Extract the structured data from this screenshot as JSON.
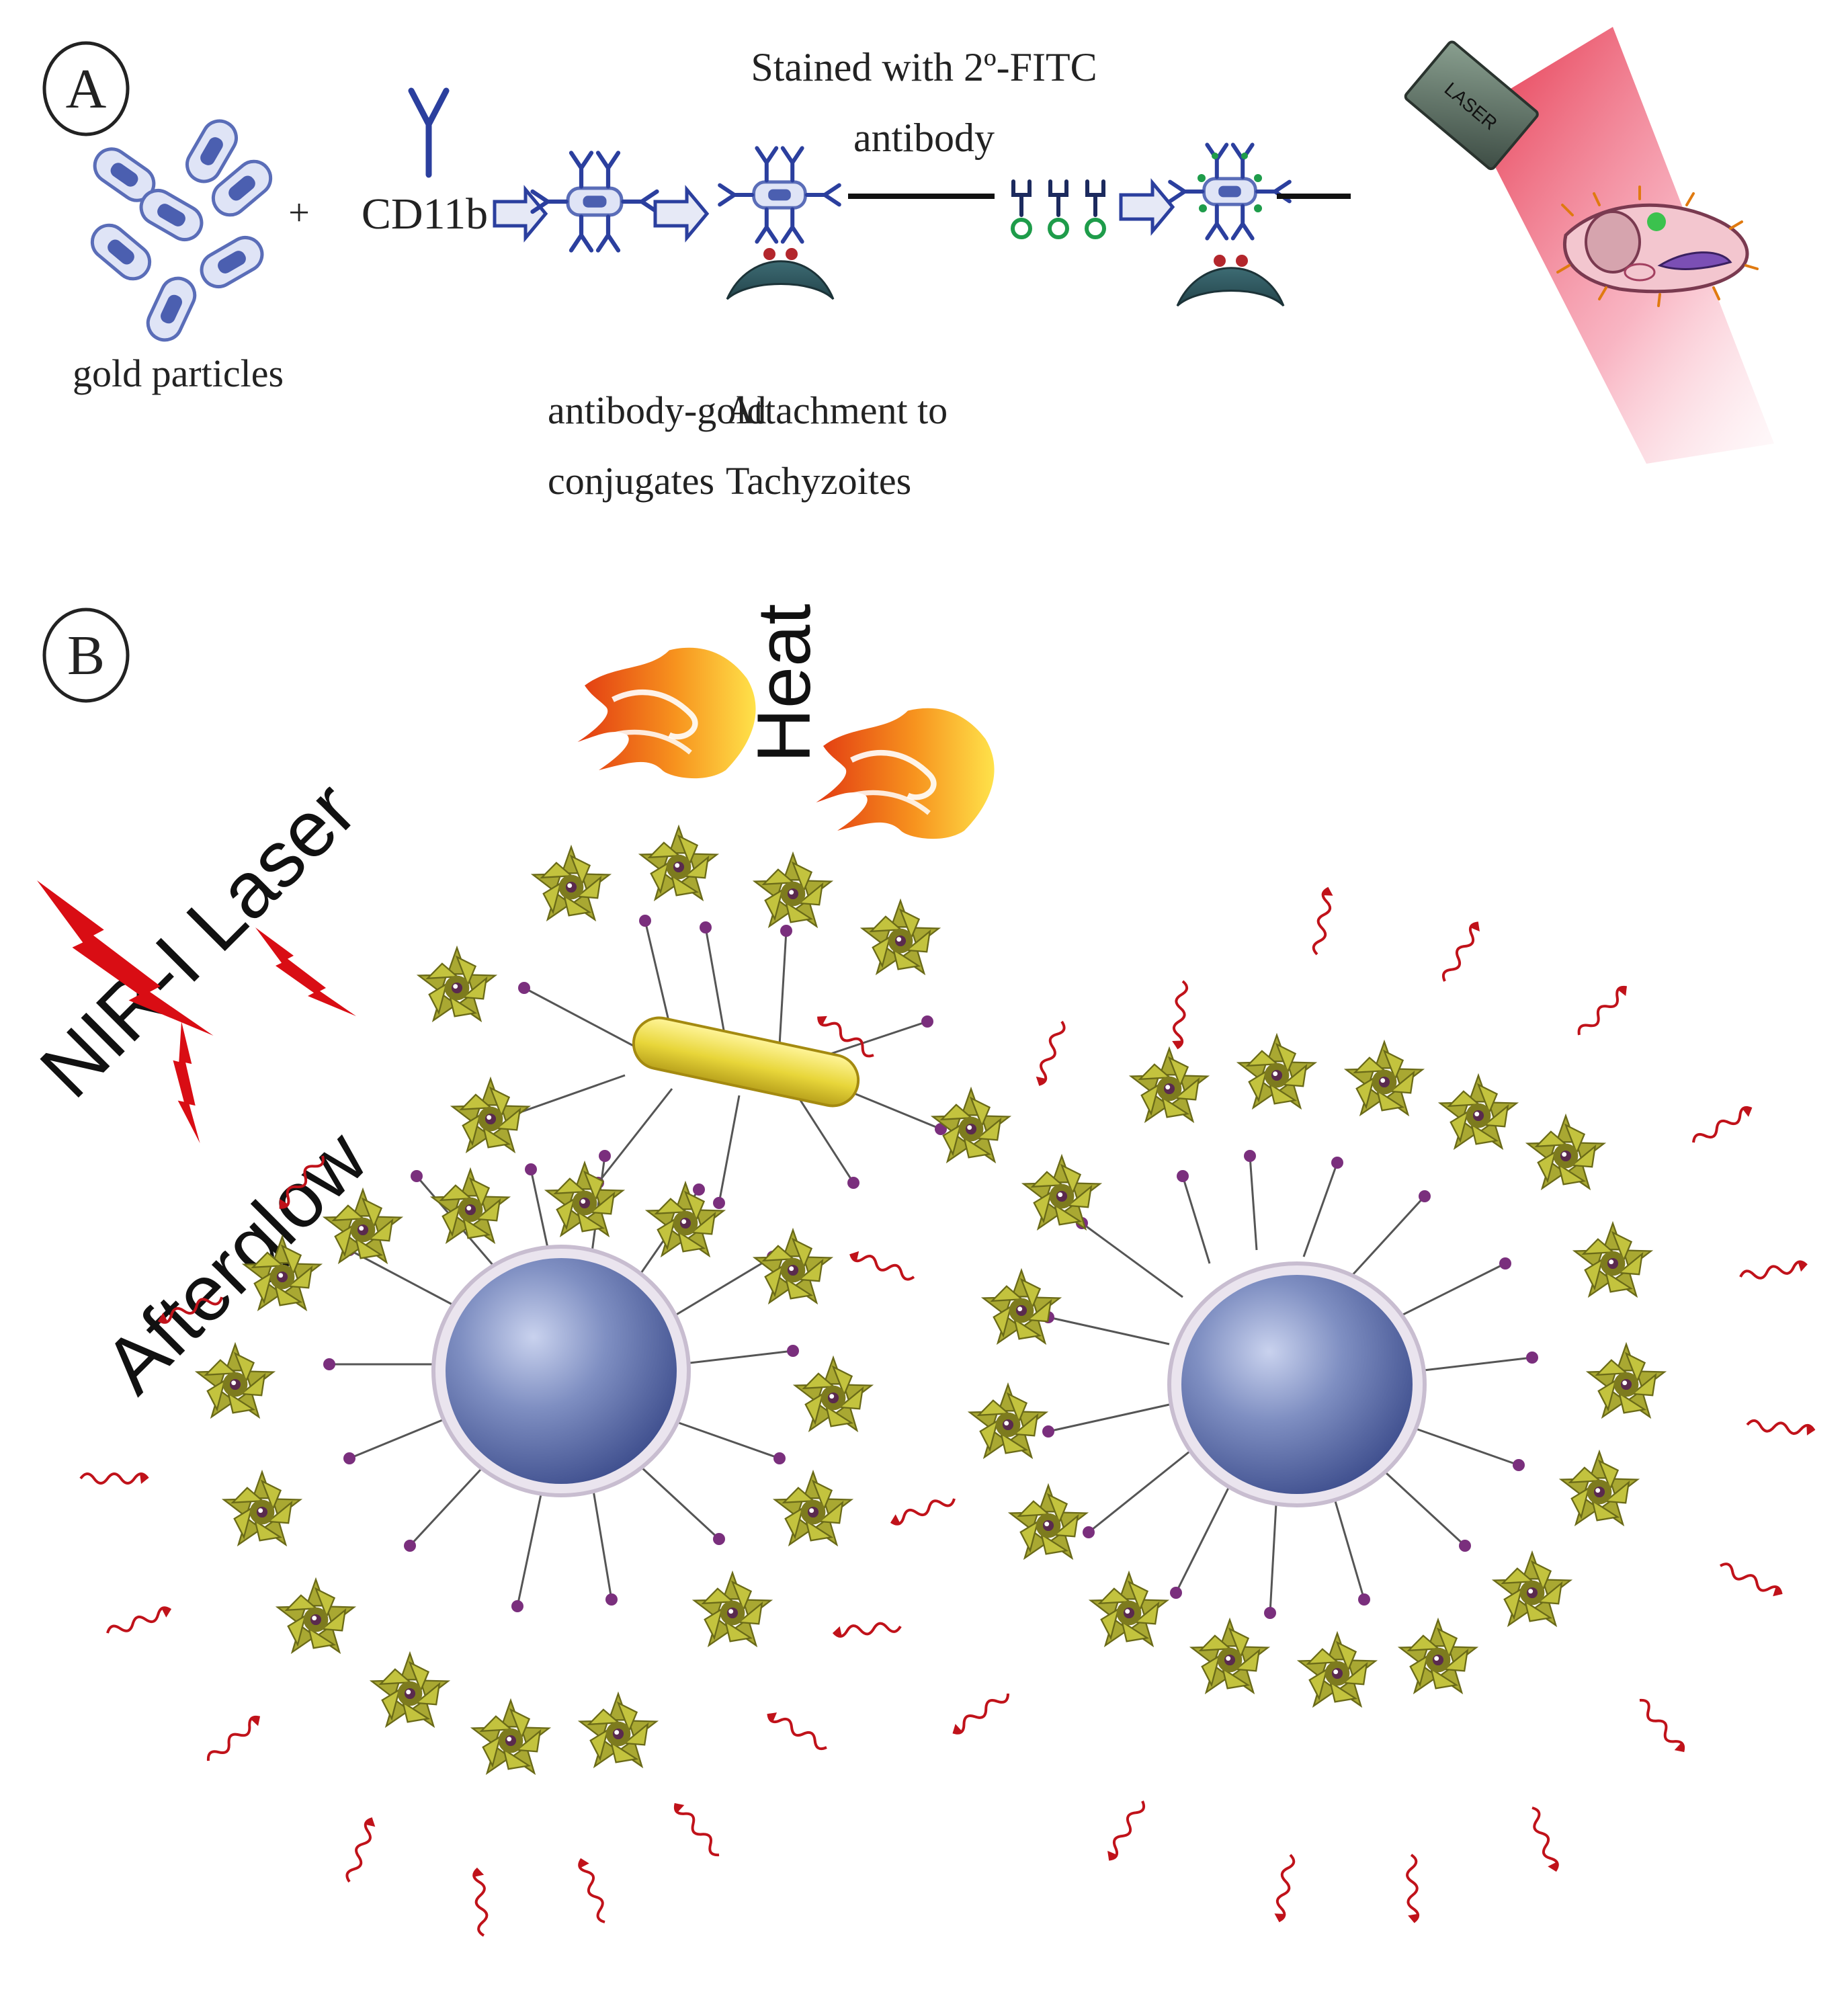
{
  "panel_a": {
    "label": "A",
    "gold_particles_label": "gold particles",
    "plus_sign": "+",
    "antibody_label": "CD11b",
    "conjugates_label_line1": "antibody-gold",
    "conjugates_label_line2": "conjugates",
    "attachment_label_line1": "Attachment to",
    "attachment_label_line2": "Tachyzoites",
    "stain_label_line1": "Stained with 2º-FITC",
    "stain_label_line2": "antibody",
    "laser_label": "LASER"
  },
  "panel_b": {
    "label": "B",
    "heat_label": "Heat",
    "laser_label": "NIR-I Laser",
    "afterglow_label": "Afterglow"
  },
  "colors": {
    "antibody_blue": "#2b3f9e",
    "laser_beam": "#e0102a",
    "flower_olive": "#a9a832",
    "core_blue": "#6f7fb4",
    "wave_red": "#c0121a",
    "gold_rod": "#e8d63a",
    "lipid_purple": "#7a2f7d"
  }
}
